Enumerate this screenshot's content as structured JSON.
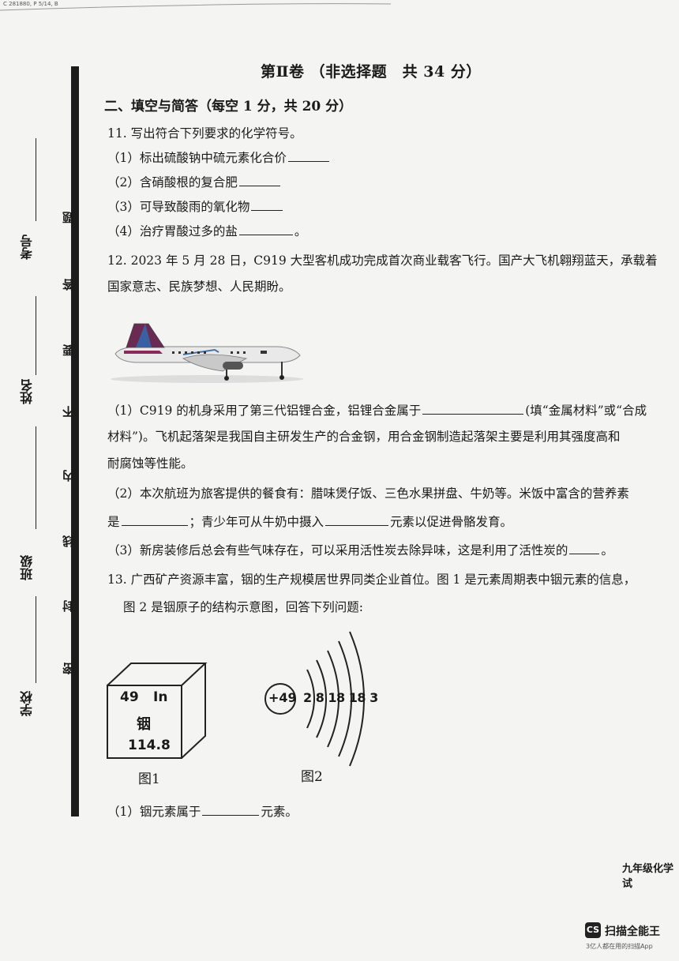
{
  "scan": {
    "id_text": "C 281880, P 5/14, B"
  },
  "header": {
    "title": "第Ⅱ卷 （非选择题　共 34 分）",
    "section": "二、填空与简答（每空 1 分，共 20 分）"
  },
  "sidebar": {
    "fields": [
      "考号",
      "姓名",
      "班级",
      "学校"
    ],
    "seal_chars": [
      "题",
      "答",
      "要",
      "不",
      "内",
      "线",
      "封",
      "密"
    ]
  },
  "q11": {
    "stem": "11. 写出符合下列要求的化学符号。",
    "items": [
      {
        "label": "（1）标出硫酸钠中硫元素化合价",
        "suffix": ""
      },
      {
        "label": "（2）含硝酸根的复合肥",
        "suffix": ""
      },
      {
        "label": "（3）可导致酸雨的氧化物",
        "suffix": ""
      },
      {
        "label": "（4）治疗胃酸过多的盐",
        "suffix": "。"
      }
    ]
  },
  "q12": {
    "stem_1": "12. 2023 年 5 月 28 日，C919 大型客机成功完成首次商业载客飞行。国产大飞机翱翔蓝天，承载着",
    "stem_2": "国家意志、民族梦想、人民期盼。",
    "p1_a": "（1）C919 的机身采用了第三代铝锂合金，铝锂合金属于",
    "p1_b": "(填“金属材料”或“合成",
    "p1_c": "材料”)。飞机起落架是我国自主研发生产的合金钢，用合金钢制造起落架主要是利用其强度高和",
    "p1_d": "耐腐蚀等性能。",
    "p2_a": "（2）本次航班为旅客提供的餐食有：腊味煲仔饭、三色水果拼盘、牛奶等。米饭中富含的营养素",
    "p2_b1": "是",
    "p2_b2": "；青少年可从牛奶中摄入",
    "p2_b3": "元素以促进骨骼发育。",
    "p3_a": "（3）新房装修后总会有些气味存在，可以采用活性炭去除异味，这是利用了活性炭的",
    "p3_b": "。"
  },
  "q13": {
    "stem_1": "13. 广西矿产资源丰富，铟的生产规模居世界同类企业首位。图 1 是元素周期表中铟元素的信息，",
    "stem_2": "图 2 是铟原子的结构示意图，回答下列问题:",
    "element": {
      "number": "49",
      "symbol": "In",
      "name": "铟",
      "mass": "114.8"
    },
    "atom": {
      "nucleus": "+49",
      "shells": "2 8 18 18 3"
    },
    "fig1": "图1",
    "fig2": "图2",
    "p1_a": "（1）铟元素属于",
    "p1_b": "元素。"
  },
  "footer": {
    "text": "九年级化学试"
  },
  "watermark": {
    "logo": "CS",
    "name": "扫描全能王",
    "sub": "3亿人都在用的扫描App"
  }
}
